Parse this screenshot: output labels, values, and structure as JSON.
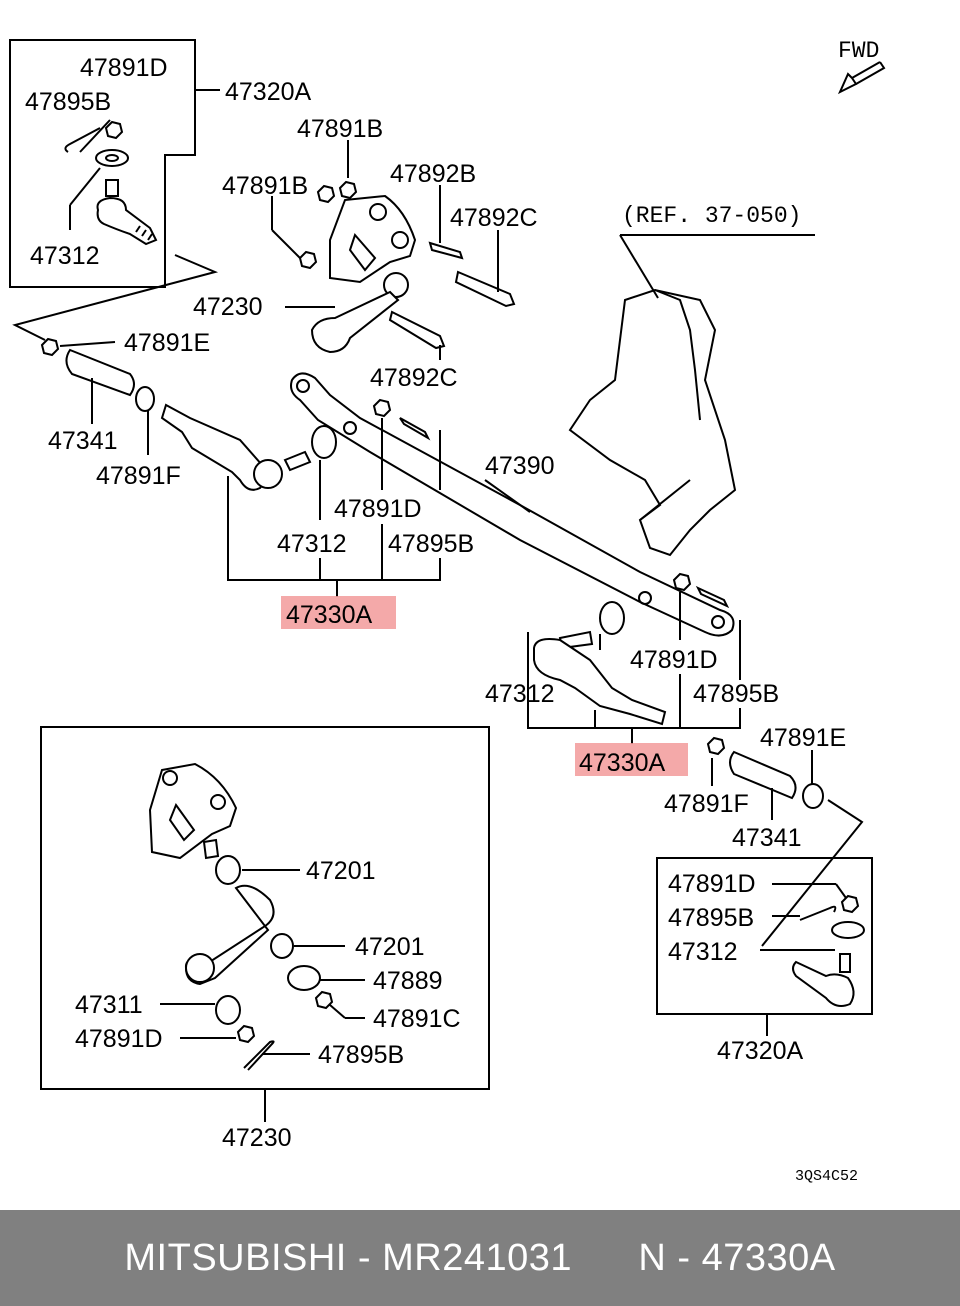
{
  "diagram": {
    "fwd_label": "FWD",
    "ref_label": "(REF. 37-050)",
    "image_code": "3QS4C52",
    "highlight_color": "#f29a9a",
    "labels": {
      "p47891D_a": "47891D",
      "p47895B_a": "47895B",
      "p47320A_a": "47320A",
      "p47312_a": "47312",
      "p47891B_a": "47891B",
      "p47891B_b": "47891B",
      "p47892B": "47892B",
      "p47892C_a": "47892C",
      "p47230_a": "47230",
      "p47892C_b": "47892C",
      "p47891E_a": "47891E",
      "p47341_a": "47341",
      "p47891F_a": "47891F",
      "p47390": "47390",
      "p47891D_b": "47891D",
      "p47312_b": "47312",
      "p47895B_b": "47895B",
      "p47330A_a": "47330A",
      "p47891D_c": "47891D",
      "p47312_c": "47312",
      "p47895B_c": "47895B",
      "p47330A_b": "47330A",
      "p47891E_b": "47891E",
      "p47891F_b": "47891F",
      "p47341_b": "47341",
      "p47891D_d": "47891D",
      "p47895B_d": "47895B",
      "p47312_d": "47312",
      "p47320A_b": "47320A",
      "p47201_a": "47201",
      "p47201_b": "47201",
      "p47889": "47889",
      "p47311": "47311",
      "p47891C": "47891C",
      "p47891D_e": "47891D",
      "p47895B_e": "47895B",
      "p47230_b": "47230"
    }
  },
  "footer": {
    "text": "MITSUBISHI - MR241031      N - 47330A"
  }
}
